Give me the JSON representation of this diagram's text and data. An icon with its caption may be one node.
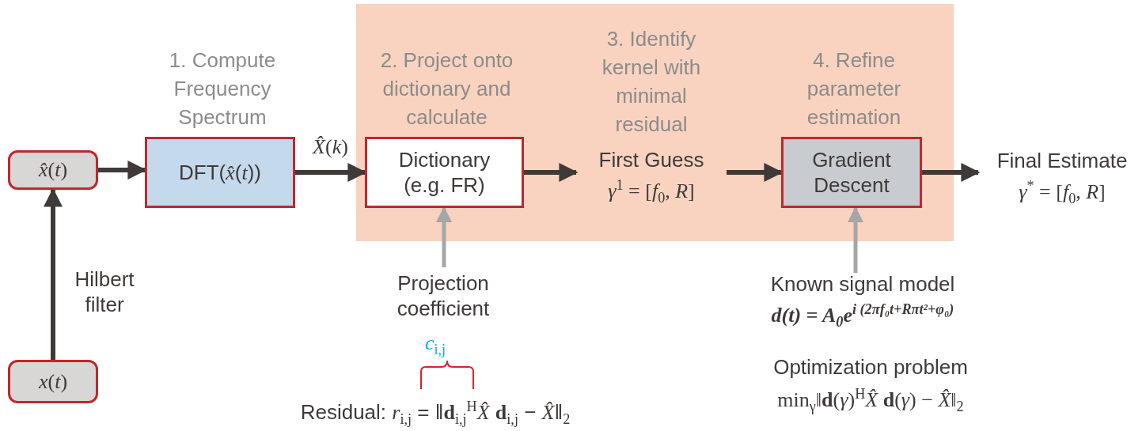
{
  "diagram": {
    "nodes": [
      {
        "text": [
          "*x̂*(*t*)"
        ]
      },
      {
        "text": [
          "1. Compute Frequency Spectrum",
          "DFT(*x̂*(*t*))"
        ]
      },
      {
        "text": [],
        "shape": "box"
      },
      {
        "text": [
          "2. Project onto dictionary and calculate",
          "Dictionary (e.g. FR)"
        ],
        "in": 2
      },
      {
        "text": [
          "3. Identify kernel with minimal residual",
          "First Guess",
          "*γ*$^{1}$ = [*f*$_{0}$, *R*]"
        ],
        "in": 2
      },
      {
        "text": [
          "4. Refine parameter estimation",
          "Gradient Descent"
        ],
        "in": 2
      },
      {
        "text": [
          "Final Estimate",
          "*γ*$^{*}$ = [*f*$_{0}$, *R*]"
        ]
      },
      {
        "text": [
          "*x*(*t*)"
        ]
      },
      {
        "text": [
          "Projection coefficient"
        ]
      },
      {
        "text": [
          "Known signal model",
          "d(t) = A$_{0}$e$^{i (2πf₀t+Rπt²+φ₀)}$"
        ]
      }
    ],
    "edges": [
      {
        "from": 0,
        "to": 1,
        "arrow": "to"
      },
      {
        "from": 1,
        "to": 3,
        "arrow": "to",
        "label": "*X̂*(*k*)"
      },
      {
        "from": 3,
        "to": 4,
        "arrow": "to"
      },
      {
        "from": 4,
        "to": 5,
        "arrow": "to"
      },
      {
        "from": 5,
        "to": 6,
        "arrow": "to"
      },
      {
        "from": 7,
        "to": 0,
        "arrow": "to",
        "label": "Hilbert filter"
      },
      {
        "from": 8,
        "to": 3,
        "arrow": "to",
        "color": "#a6a6a6"
      },
      {
        "from": 9,
        "to": 5,
        "arrow": "to",
        "color": "#a6a6a6"
      }
    ],
    "labels": [
      "*c*$_{i,j}$",
      "Residual: *r*$_{i,j}$ = ‖**d**$_{i,j}$$^{H}$*X̂* **d**$_{i,j}$ − *X̂*‖$_{2}$",
      "Optimization problem",
      "min$_{γ}$‖**d**(*γ*)$^{H}$*X̂* **d**(*γ*) − *X̂*‖$_{2}$"
    ]
  }
}
